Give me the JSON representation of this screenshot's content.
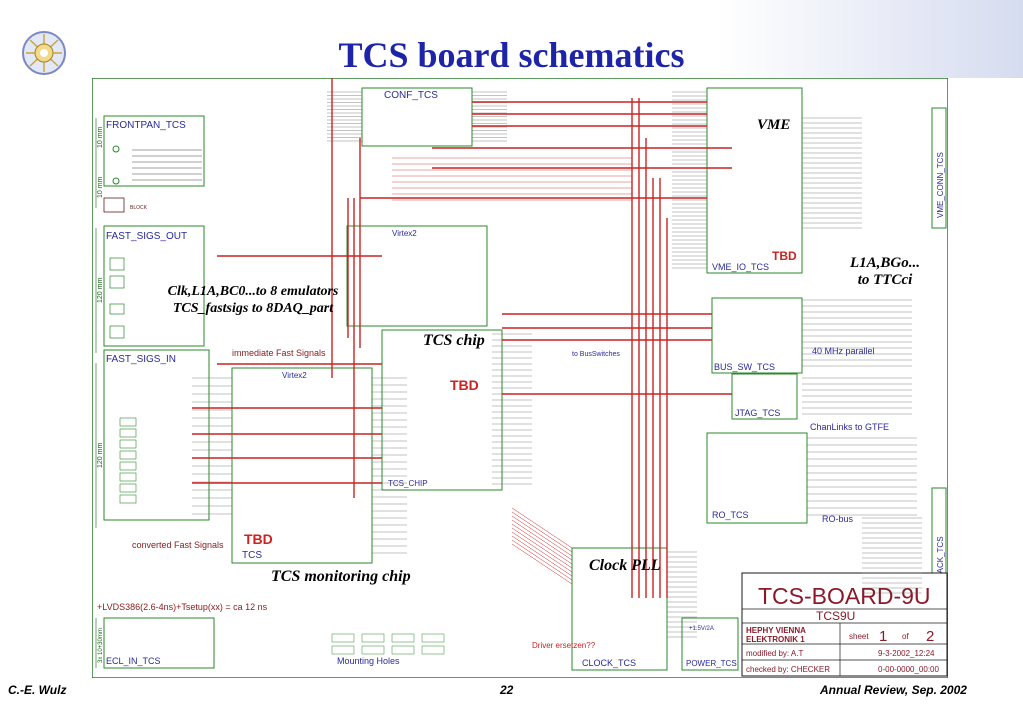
{
  "slide": {
    "title": "TCS board schematics",
    "footer": {
      "author": "C.-E. Wulz",
      "page": "22",
      "event": "Annual Review, Sep. 2002"
    }
  },
  "annotations": {
    "vme": "VME",
    "l1a_line1": "L1A,BGo...",
    "l1a_line2": "to TTCci",
    "clk_line1": "Clk,L1A,BC0...to 8 emulators",
    "clk_line2": "TCS_fastsigs to 8DAQ_part",
    "tcs_chip": "TCS chip",
    "clock_pll": "Clock PLL",
    "tcs_monitoring": "TCS monitoring chip"
  },
  "blocks": {
    "conf_tcs": "CONF_TCS",
    "frontpan_tcs": "FRONTPAN_TCS",
    "fast_sigs_out": "FAST_SIGS_OUT",
    "fast_sigs_in": "FAST_SIGS_IN",
    "vme_io_tcs": "VME_IO_TCS",
    "vme_conn_tcs": "VME_CONN_TCS",
    "bus_sw_tcs": "BUS_SW_TCS",
    "jtag_tcs": "JTAG_TCS",
    "ro_tcs": "RO_TCS",
    "tcs_chip_block": "TCS_CHIP",
    "tcs_mon": "TCS",
    "clock_tcs": "CLOCK_TCS",
    "power_tcs": "POWER_TCS",
    "ecl_in_tcs": "ECL_IN_TCS",
    "zpack_tcs": "ZPACK_TCS",
    "mounting_holes": "Mounting Holes",
    "vertex2_top": "Virtex2",
    "vertex2_bottom": "Virtex2",
    "tbd": "TBD"
  },
  "labels": {
    "immediate_fast": "immediate Fast Signals",
    "converted_fast": "converted Fast Signals",
    "mhz_parallel": "40 MHz parallel",
    "chanlinks": "ChanLinks to GTFE",
    "ro_bus": "RO-bus",
    "to_busswitches": "to BusSwitches",
    "driver": "Driver ersetzen??",
    "lvds": "+LVDS386(2.6-4ns)+Tsetup(xx) = ca 12 ns",
    "block": "BLOCK",
    "power_note": "+1.5V/2A",
    "dim_120mm": "120 mm",
    "dim_10mm": "10 mm",
    "dim_3x": "3x 10+30mm"
  },
  "titleblock": {
    "board": "TCS-BOARD-9U",
    "sub": "TCS9U",
    "org1": "HEPHY VIENNA",
    "org2": "ELEKTRONIK 1",
    "sheet_label": "sheet",
    "sheet_num": "1",
    "of_label": "of",
    "of_num": "2",
    "modified": "modified by: A.T",
    "date": "9-3-2002_12:24",
    "checked": "checked by: CHECKER",
    "code": "0-00-0000_00:00"
  },
  "colors": {
    "title": "#1e24a8",
    "wire": "#cc2222",
    "outline": "#2a8a2a",
    "dim": "#1a6a1a",
    "block": "#6a1a1a"
  }
}
